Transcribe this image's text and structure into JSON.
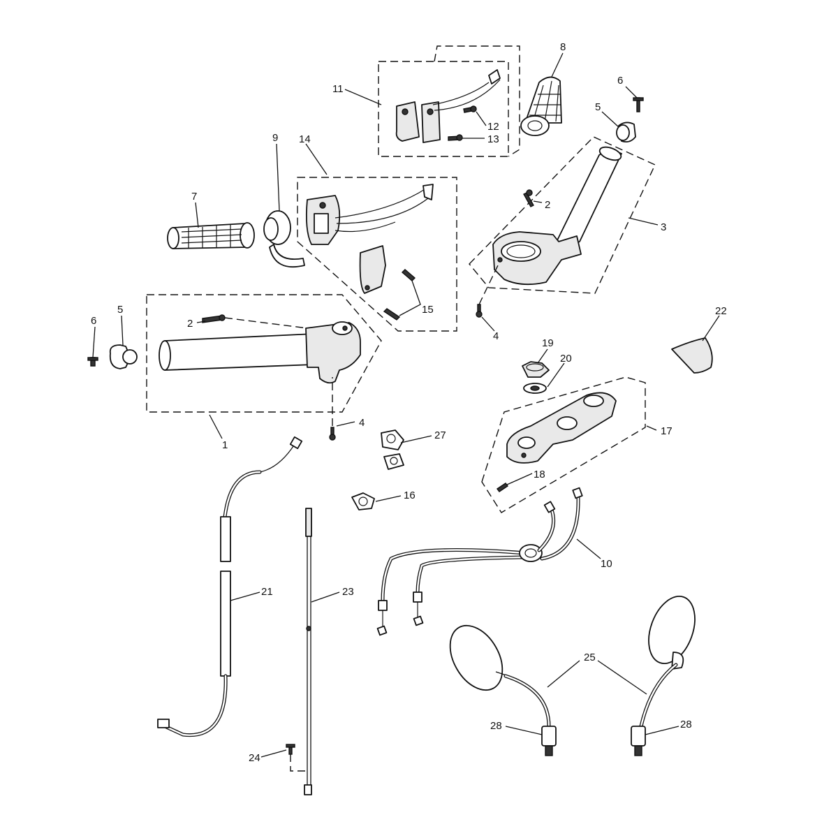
{
  "callouts": [
    {
      "id": "1",
      "text": "1"
    },
    {
      "id": "2a",
      "text": "2"
    },
    {
      "id": "2b",
      "text": "2"
    },
    {
      "id": "3",
      "text": "3"
    },
    {
      "id": "4a",
      "text": "4"
    },
    {
      "id": "4b",
      "text": "4"
    },
    {
      "id": "5a",
      "text": "5"
    },
    {
      "id": "5b",
      "text": "5"
    },
    {
      "id": "6a",
      "text": "6"
    },
    {
      "id": "6b",
      "text": "6"
    },
    {
      "id": "7",
      "text": "7"
    },
    {
      "id": "8",
      "text": "8"
    },
    {
      "id": "9",
      "text": "9"
    },
    {
      "id": "10",
      "text": "10"
    },
    {
      "id": "11",
      "text": "11"
    },
    {
      "id": "12",
      "text": "12"
    },
    {
      "id": "13",
      "text": "13"
    },
    {
      "id": "14",
      "text": "14"
    },
    {
      "id": "15",
      "text": "15"
    },
    {
      "id": "16",
      "text": "16"
    },
    {
      "id": "17",
      "text": "17"
    },
    {
      "id": "18",
      "text": "18"
    },
    {
      "id": "19",
      "text": "19"
    },
    {
      "id": "20",
      "text": "20"
    },
    {
      "id": "21",
      "text": "21"
    },
    {
      "id": "22",
      "text": "22"
    },
    {
      "id": "23",
      "text": "23"
    },
    {
      "id": "24",
      "text": "24"
    },
    {
      "id": "25",
      "text": "25"
    },
    {
      "id": "27",
      "text": "27"
    },
    {
      "id": "28a",
      "text": "28"
    },
    {
      "id": "28b",
      "text": "28"
    }
  ]
}
